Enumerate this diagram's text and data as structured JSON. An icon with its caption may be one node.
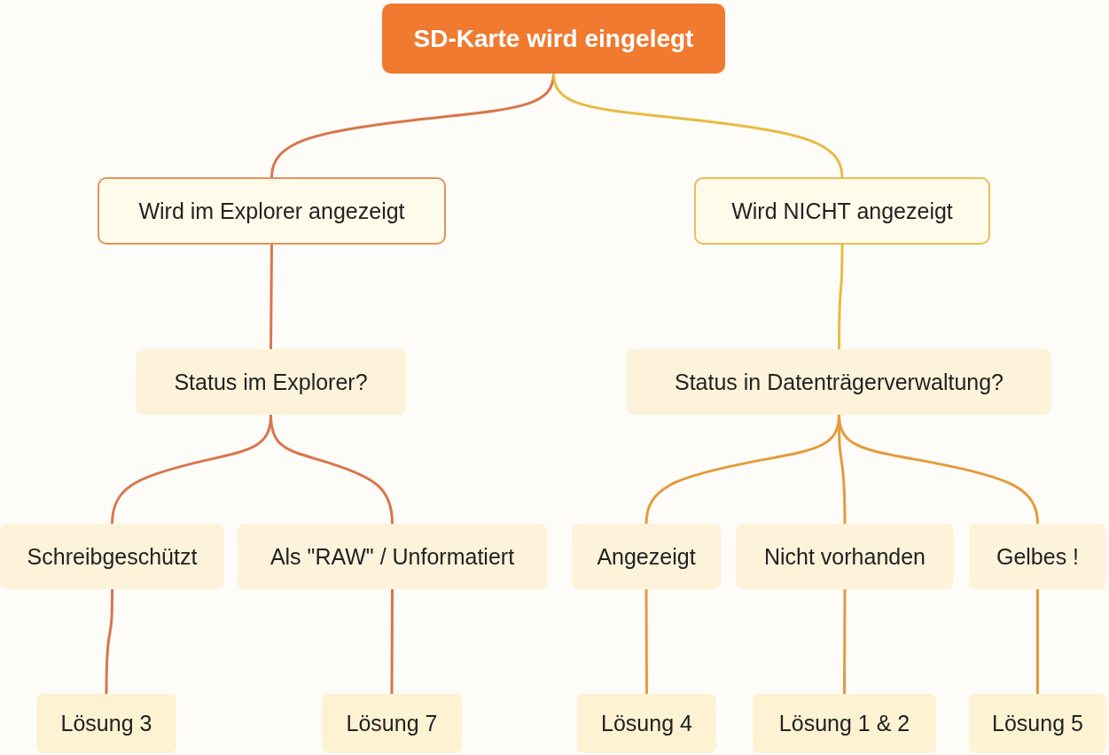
{
  "diagram": {
    "nodes": [
      {
        "text": [
          "SD-Karte wird eingelegt"
        ]
      },
      {
        "text": [
          "Wird im Explorer angezeigt"
        ]
      },
      {
        "text": [
          "Wird NICHT angezeigt"
        ]
      },
      {
        "text": [
          "Status im Explorer?"
        ]
      },
      {
        "text": [
          "Status in Datenträgerverwaltung?"
        ]
      },
      {
        "text": [
          "Schreibgeschützt"
        ]
      },
      {
        "text": [
          "Als \"RAW\" / Unformatiert"
        ]
      },
      {
        "text": [
          "Angezeigt"
        ]
      },
      {
        "text": [
          "Nicht vorhanden"
        ]
      },
      {
        "text": [
          "Gelbes !"
        ]
      },
      {
        "text": [
          "Lösung 3"
        ]
      },
      {
        "text": [
          "Lösung 7"
        ]
      },
      {
        "text": [
          "Lösung 4"
        ]
      },
      {
        "text": [
          "Lösung 1 & 2"
        ]
      },
      {
        "text": [
          "Lösung 5"
        ]
      }
    ],
    "edges": [
      {
        "from": 0,
        "to": 1,
        "arrow": "none",
        "color": "#d9754a"
      },
      {
        "from": 0,
        "to": 2,
        "arrow": "none",
        "color": "#e8bb40"
      },
      {
        "from": 1,
        "to": 3,
        "arrow": "none",
        "color": "#d9754a"
      },
      {
        "from": 2,
        "to": 4,
        "arrow": "none",
        "color": "#e8bb40"
      },
      {
        "from": 3,
        "to": 5,
        "arrow": "none",
        "color": "#d9754a"
      },
      {
        "from": 3,
        "to": 6,
        "arrow": "none",
        "color": "#d9754a"
      },
      {
        "from": 4,
        "to": 7,
        "arrow": "none",
        "color": "#e59a3a"
      },
      {
        "from": 4,
        "to": 8,
        "arrow": "none",
        "color": "#e59a3a"
      },
      {
        "from": 4,
        "to": 9,
        "arrow": "none",
        "color": "#e59a3a"
      },
      {
        "from": 5,
        "to": 10,
        "arrow": "none",
        "color": "#d9754a"
      },
      {
        "from": 6,
        "to": 11,
        "arrow": "none",
        "color": "#d9754a"
      },
      {
        "from": 7,
        "to": 12,
        "arrow": "none",
        "color": "#e59a3a"
      },
      {
        "from": 8,
        "to": 13,
        "arrow": "none",
        "color": "#e59a3a"
      },
      {
        "from": 9,
        "to": 14,
        "arrow": "none",
        "color": "#e59a3a"
      }
    ]
  }
}
